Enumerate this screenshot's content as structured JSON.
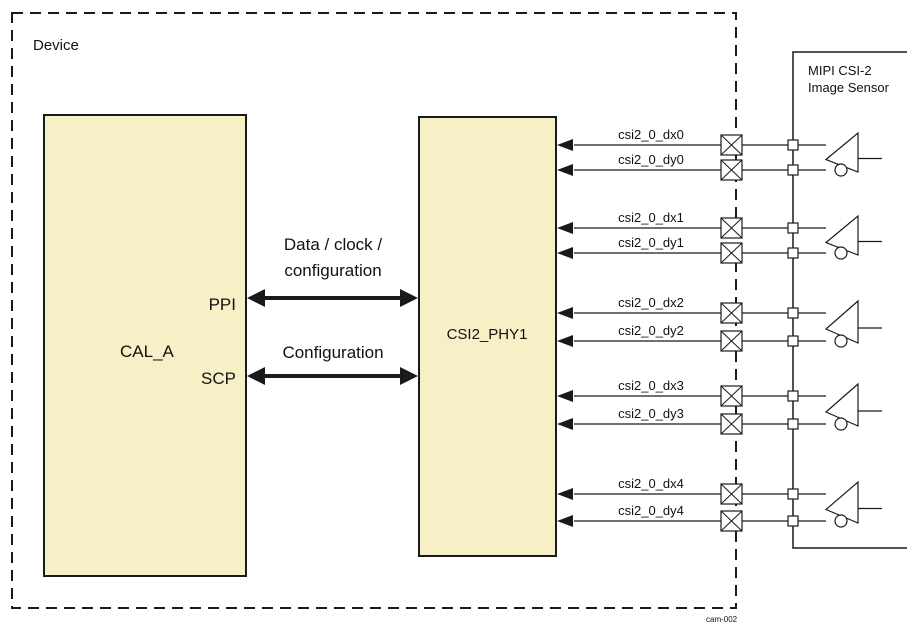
{
  "device": {
    "label": "Device"
  },
  "cal": {
    "name": "CAL_A",
    "port_ppi": "PPI",
    "port_scp": "SCP"
  },
  "phy": {
    "name": "CSI2_PHY1"
  },
  "buses": {
    "data_line1": "Data / clock /",
    "data_line2": "configuration",
    "config": "Configuration"
  },
  "sensor": {
    "line1": "MIPI CSI-2",
    "line2": "Image Sensor"
  },
  "lanes": [
    {
      "dx": "csi2_0_dx0",
      "dy": "csi2_0_dy0"
    },
    {
      "dx": "csi2_0_dx1",
      "dy": "csi2_0_dy1"
    },
    {
      "dx": "csi2_0_dx2",
      "dy": "csi2_0_dy2"
    },
    {
      "dx": "csi2_0_dx3",
      "dy": "csi2_0_dy3"
    },
    {
      "dx": "csi2_0_dx4",
      "dy": "csi2_0_dy4"
    }
  ],
  "figure_id": "cam-002",
  "colors": {
    "block_fill": "#f7f0c6",
    "line": "#1a1a1a"
  }
}
